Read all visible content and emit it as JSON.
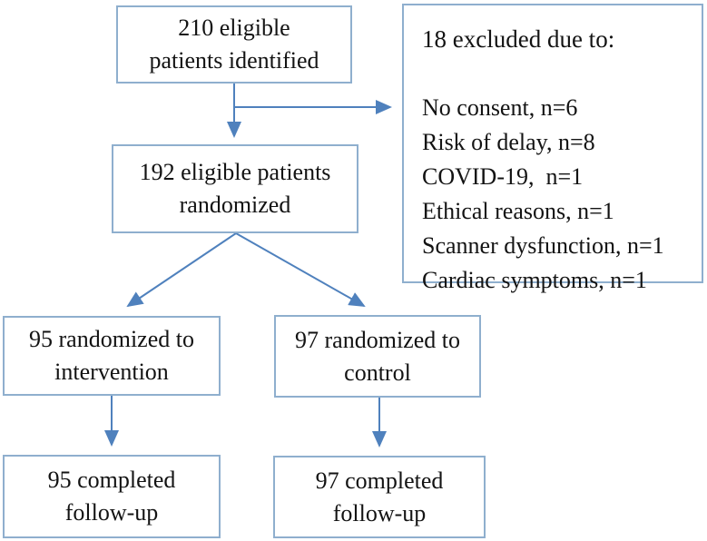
{
  "colors": {
    "box_border": "#8fafce",
    "arrow": "#4f81bd",
    "text": "#131313",
    "background": "#ffffff"
  },
  "diagram": {
    "type": "flowchart",
    "boxes": {
      "identified": {
        "label": "210 eligible\npatients identified"
      },
      "excluded": {
        "heading": "18 excluded due to:",
        "items": [
          "No consent, n=6",
          "Risk of delay, n=8",
          "COVID-19,  n=1",
          "Ethical reasons, n=1",
          "Scanner dysfunction, n=1",
          "Cardiac symptoms, n=1"
        ]
      },
      "randomized": {
        "label": "192 eligible patients\nrandomized"
      },
      "intervention": {
        "label": "95 randomized to\nintervention"
      },
      "control": {
        "label": "97 randomized to\ncontrol"
      },
      "intervention_followup": {
        "label": "95 completed\nfollow-up"
      },
      "control_followup": {
        "label": "97 completed\nfollow-up"
      }
    }
  }
}
